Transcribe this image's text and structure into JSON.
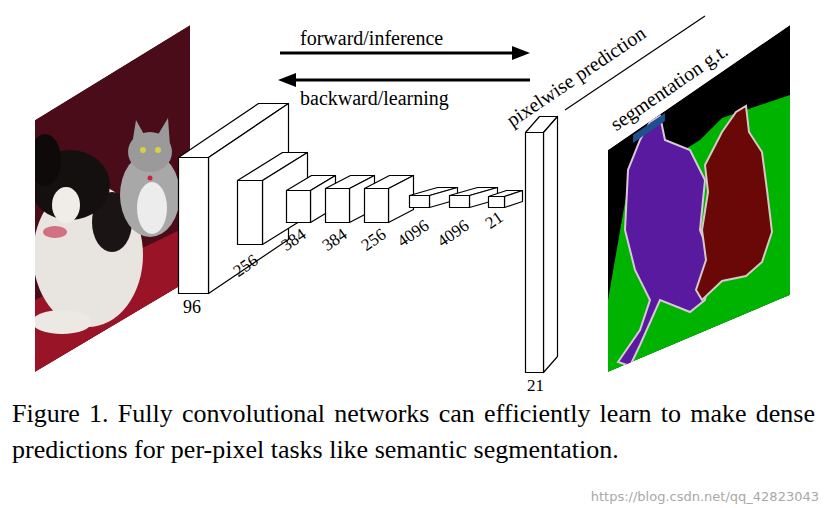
{
  "diagram": {
    "caption": "Figure 1. Fully convolutional networks can efficiently learn to make dense predictions for per-pixel tasks like semantic segmentation.",
    "nodes": [
      {
        "text": [
          "96"
        ]
      },
      {
        "text": [
          "256"
        ]
      },
      {
        "text": [
          "384"
        ]
      },
      {
        "text": [
          "384"
        ]
      },
      {
        "text": [
          "256"
        ]
      },
      {
        "text": [
          "4096"
        ]
      },
      {
        "text": [
          "4096"
        ]
      },
      {
        "text": [
          "21"
        ]
      },
      {
        "text": [
          "pixelwise prediction",
          "21"
        ]
      },
      {
        "text": [
          "segmentation g.t."
        ]
      }
    ],
    "labels": [
      "forward/inference",
      "backward/learning",
      "https://blog.csdn.net/qq_42823043"
    ]
  }
}
